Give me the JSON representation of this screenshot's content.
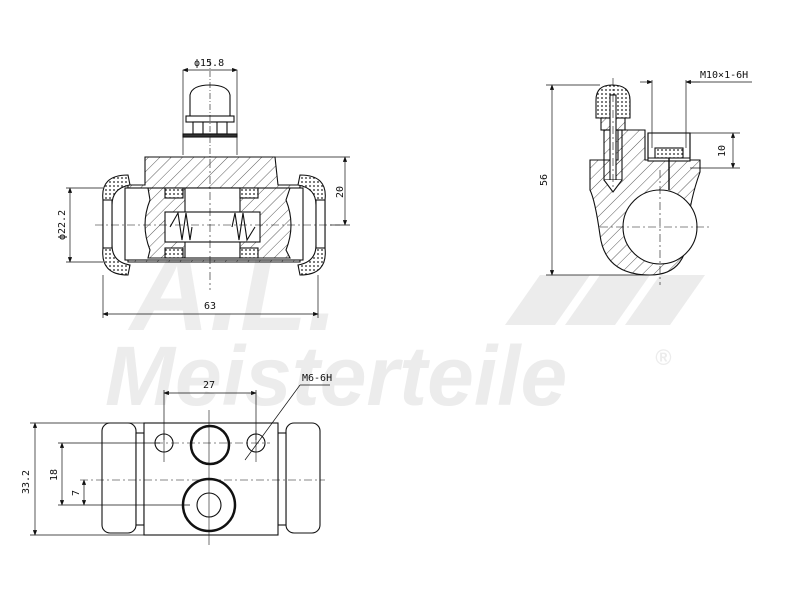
{
  "watermark": {
    "logo_letters": "A.L.",
    "brand": "Meisterteile",
    "registered_mark": "®",
    "color": "#ececec"
  },
  "views": {
    "side_section": {
      "dimensions": {
        "bleeder_diameter": "ϕ15.8",
        "bore_diameter": "ϕ22.2",
        "overall_length": "63",
        "axis_height": "20"
      }
    },
    "end_section": {
      "dimensions": {
        "port_thread": "M10×1-6H",
        "thread_depth": "10",
        "overall_height": "56"
      }
    },
    "top_view": {
      "dimensions": {
        "hole_spacing": "27",
        "mount_thread": "M6-6H",
        "overall_width": "33.2",
        "hole_offset": "18",
        "port_offset": "7"
      }
    }
  },
  "colors": {
    "line": "#111111",
    "hatch": "#333333",
    "background": "#ffffff"
  }
}
